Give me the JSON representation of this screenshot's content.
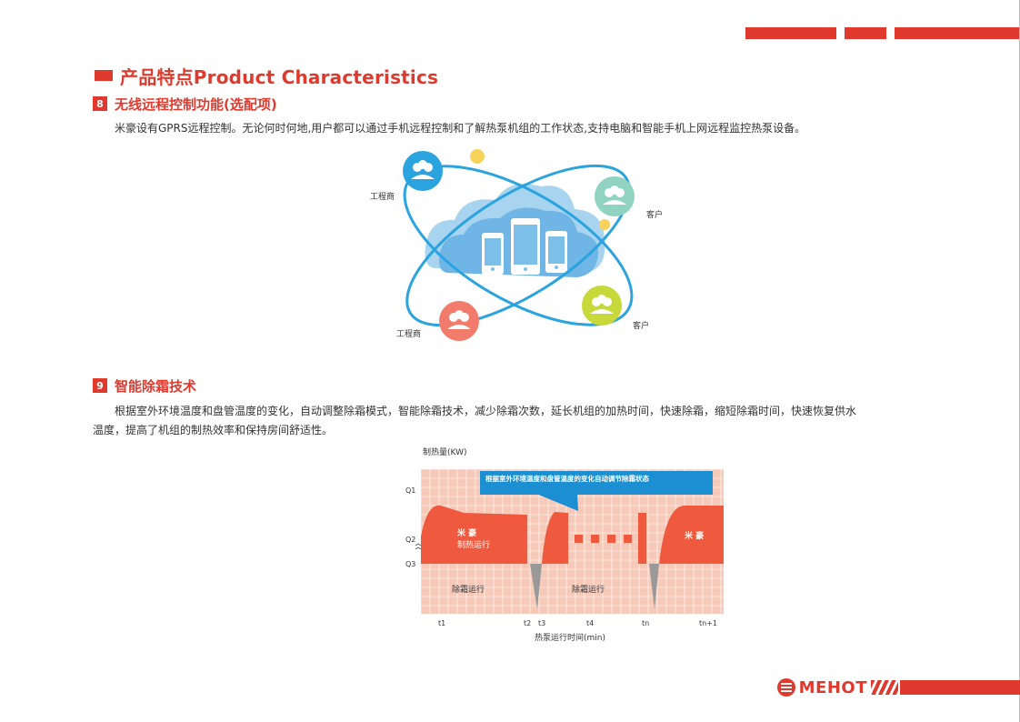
{
  "header": {
    "title": "产品特点Product Characteristics"
  },
  "section8": {
    "number": "8",
    "title": "无线远程控制功能(选配项)",
    "body": "米豪设有GPRS远程控制。无论何时何地,用户都可以通过手机远程控制和了解热泵机组的工作状态,支持电脑和智能手机上网远程监控热泵设备。",
    "diagram": {
      "label_top_left": "工程商",
      "label_top_right": "客户",
      "label_bottom_left": "工程商",
      "label_bottom_right": "客户",
      "colors": {
        "cloud": "#7bbde8",
        "orbit": "#2aa3df",
        "node_blue": "#2aa3df",
        "node_mint": "#8fd3c0",
        "node_coral": "#f27b6c",
        "node_lime": "#c7d93a",
        "dot": "#f7d35c"
      }
    }
  },
  "section9": {
    "number": "9",
    "title": "智能除霜技术",
    "body_line1": "根据室外环境温度和盘管温度的变化，自动调整除霜模式，智能除霜技术，减少除霜次数，延长机组的加热时间，快速除霜，缩短除霜时间，快速恢复供水",
    "body_line2": "温度，提高了机组的制热效率和保持房间舒适性。"
  },
  "chart_data": {
    "type": "area",
    "title": "",
    "ylabel": "制热量(KW)",
    "xlabel": "热泵运行时间(min)",
    "y_ticks": [
      "Q1",
      "Q2",
      "Q3"
    ],
    "x_ticks": [
      "t1",
      "t2",
      "t3",
      "t4",
      "tn",
      "tn+1"
    ],
    "callout": "根据室外环境温度和盘管温度的变化自动调节除霜状态",
    "region_labels": {
      "heating_brand_1": "米 豪",
      "heating": "制热运行",
      "defrost_1": "除霜运行",
      "defrost_2": "除霜运行",
      "heating_brand_2": "米 豪"
    },
    "colors": {
      "background": "#f7c9b8",
      "grid": "#ffffff",
      "heating": "#ef5a3f",
      "defrost": "#999999",
      "callout": "#1b8fd2"
    }
  },
  "footer": {
    "brand": "MEHOT"
  }
}
